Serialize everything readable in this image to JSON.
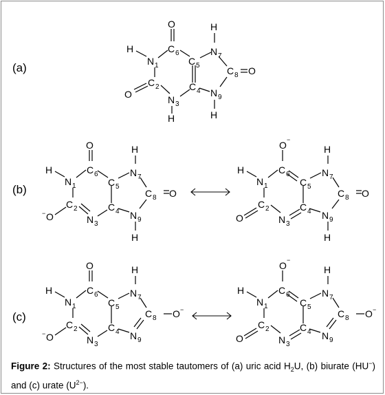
{
  "panels": {
    "a": "(a)",
    "b": "(b)",
    "c": "(c)"
  },
  "caption": {
    "label": "Figure 2:",
    "text1": " Structures of the most stable tautomers of (a) uric acid H",
    "sub_2": "2",
    "text2": "U, (b) biurate (HU",
    "sup_minus": "−",
    "text3": ") and (c) urate (U",
    "sup_2minus": "2−",
    "text4": ")."
  },
  "atoms": {
    "O": "O",
    "H": "H",
    "N": "N",
    "C": "C",
    "O_minus_sign": "−",
    "n1": "1",
    "c2": "2",
    "n3": "3",
    "c4": "4",
    "c5": "5",
    "c6": "6",
    "n7": "7",
    "c8": "8",
    "n9": "9"
  },
  "resonance_arrow": "↔"
}
